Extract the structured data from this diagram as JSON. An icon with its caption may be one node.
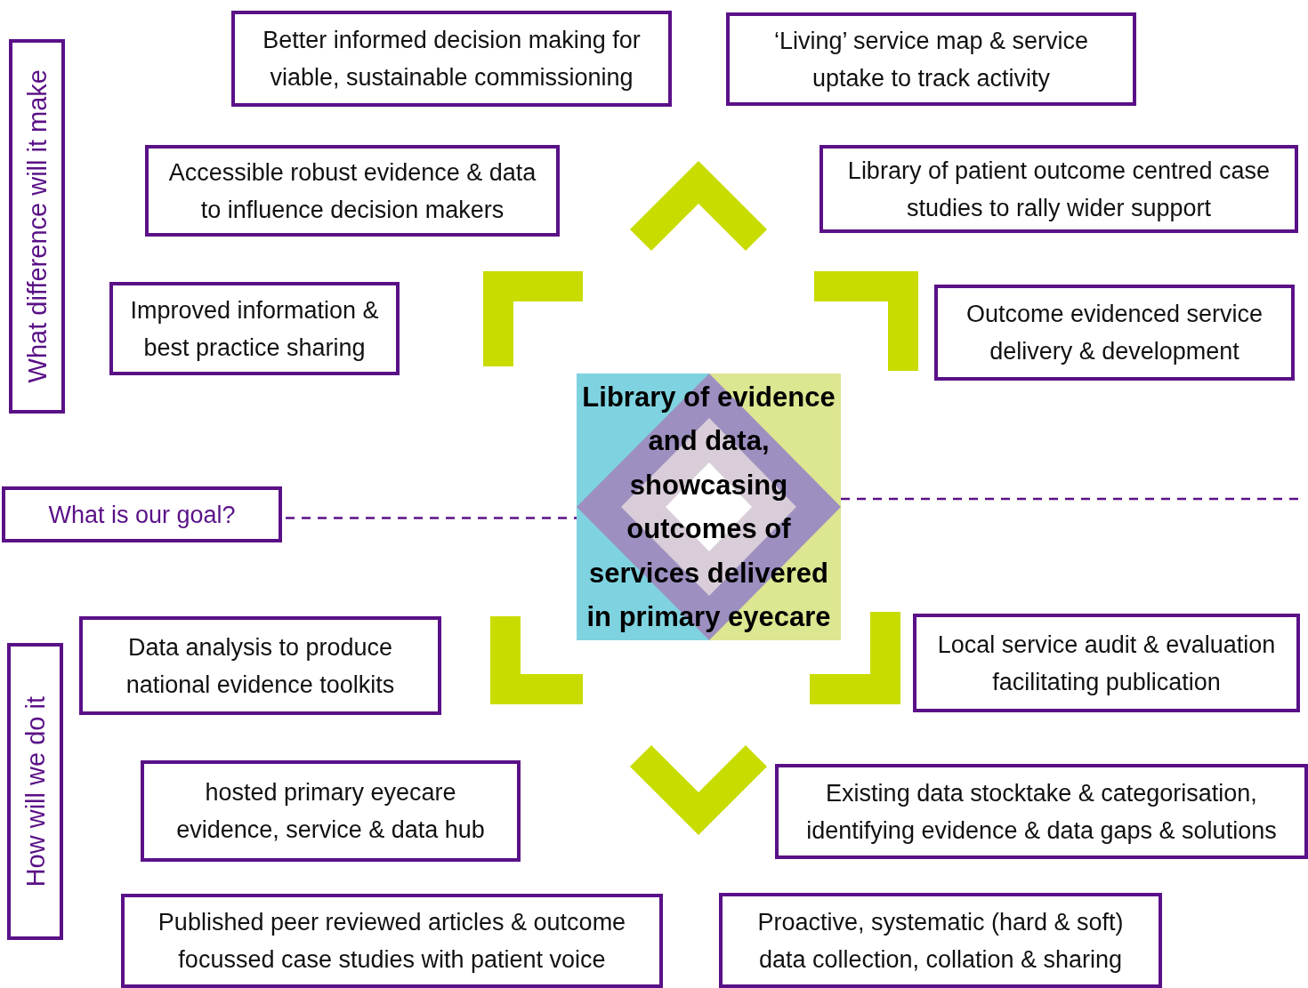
{
  "diagram": {
    "nodes": [
      {
        "text": [
          "What difference will it make"
        ]
      },
      {
        "text": [
          "Better informed decision making for viable, sustainable commissioning"
        ]
      },
      {
        "text": [
          "‘Living’ service map & service uptake to track activity"
        ]
      },
      {
        "text": [
          "Accessible robust evidence & data to influence decision makers"
        ]
      },
      {
        "text": [
          "Library of patient outcome centred case studies to rally wider support"
        ]
      },
      {
        "text": [
          "Improved information & best practice sharing"
        ]
      },
      {
        "text": [
          "Outcome evidenced service delivery & development"
        ]
      },
      {
        "text": [
          "What is our goal?"
        ]
      },
      {
        "text": [
          "Library of evidence and data, showcasing outcomes of services delivered in primary eyecare"
        ]
      },
      {
        "text": [
          "How will we do it"
        ]
      },
      {
        "text": [
          "Data analysis to produce national evidence toolkits"
        ]
      },
      {
        "text": [
          "Local service audit & evaluation facilitating publication"
        ]
      },
      {
        "text": [
          "hosted primary eyecare evidence, service & data hub"
        ]
      },
      {
        "text": [
          "Existing data stocktake & categorisation, identifying evidence & data gaps & solutions"
        ]
      },
      {
        "text": [
          "Published peer reviewed articles & outcome focussed case studies with patient voice"
        ]
      },
      {
        "text": [
          "Proactive, systematic (hard & soft) data collection, collation & sharing"
        ]
      }
    ],
    "edges": [
      {
        "from": 7,
        "to": 8,
        "arrow": "none",
        "style": "dashed"
      },
      {
        "from": 8,
        "to": null,
        "arrow": "none",
        "style": "dashed"
      }
    ]
  }
}
